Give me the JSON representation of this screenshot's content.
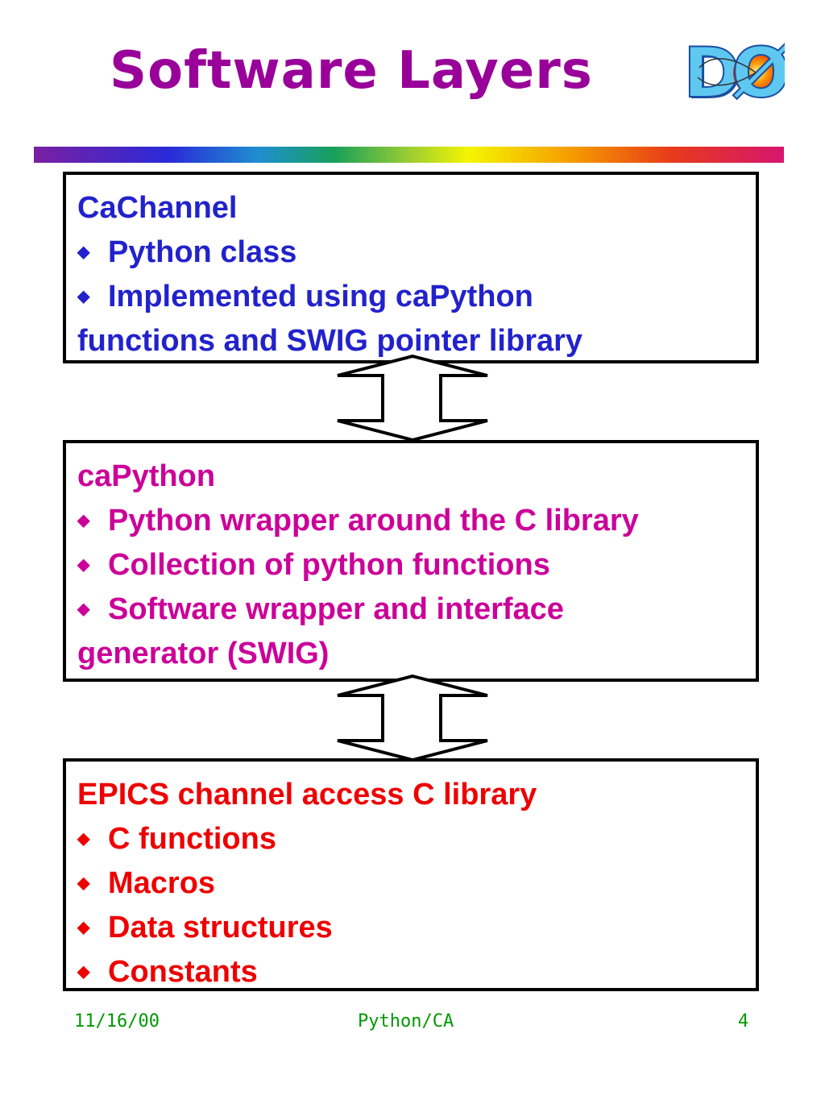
{
  "slide": {
    "title": "Software Layers",
    "logo_text": "DØ"
  },
  "layers": [
    {
      "heading": "CaChannel",
      "bullets": [
        "Python class",
        "Implemented using caPython"
      ],
      "continuation": "functions and SWIG pointer library"
    },
    {
      "heading": "caPython",
      "bullets": [
        "Python wrapper around the C library",
        "Collection of python functions",
        "Software wrapper and interface"
      ],
      "continuation": "generator (SWIG)"
    },
    {
      "heading": "EPICS channel access C library",
      "bullets": [
        "C functions",
        "Macros",
        "Data structures",
        "Constants"
      ]
    }
  ],
  "footer": {
    "date": "11/16/00",
    "center": "Python/CA",
    "page": "4"
  },
  "icons": {
    "bullet": "diamond-bullet-icon",
    "connector": "double-headed-arrow-icon"
  },
  "colors": {
    "title": "#990099",
    "layer1": "#2222cc",
    "layer2": "#cc0099",
    "layer3": "#ee0000",
    "footer": "#009900"
  }
}
